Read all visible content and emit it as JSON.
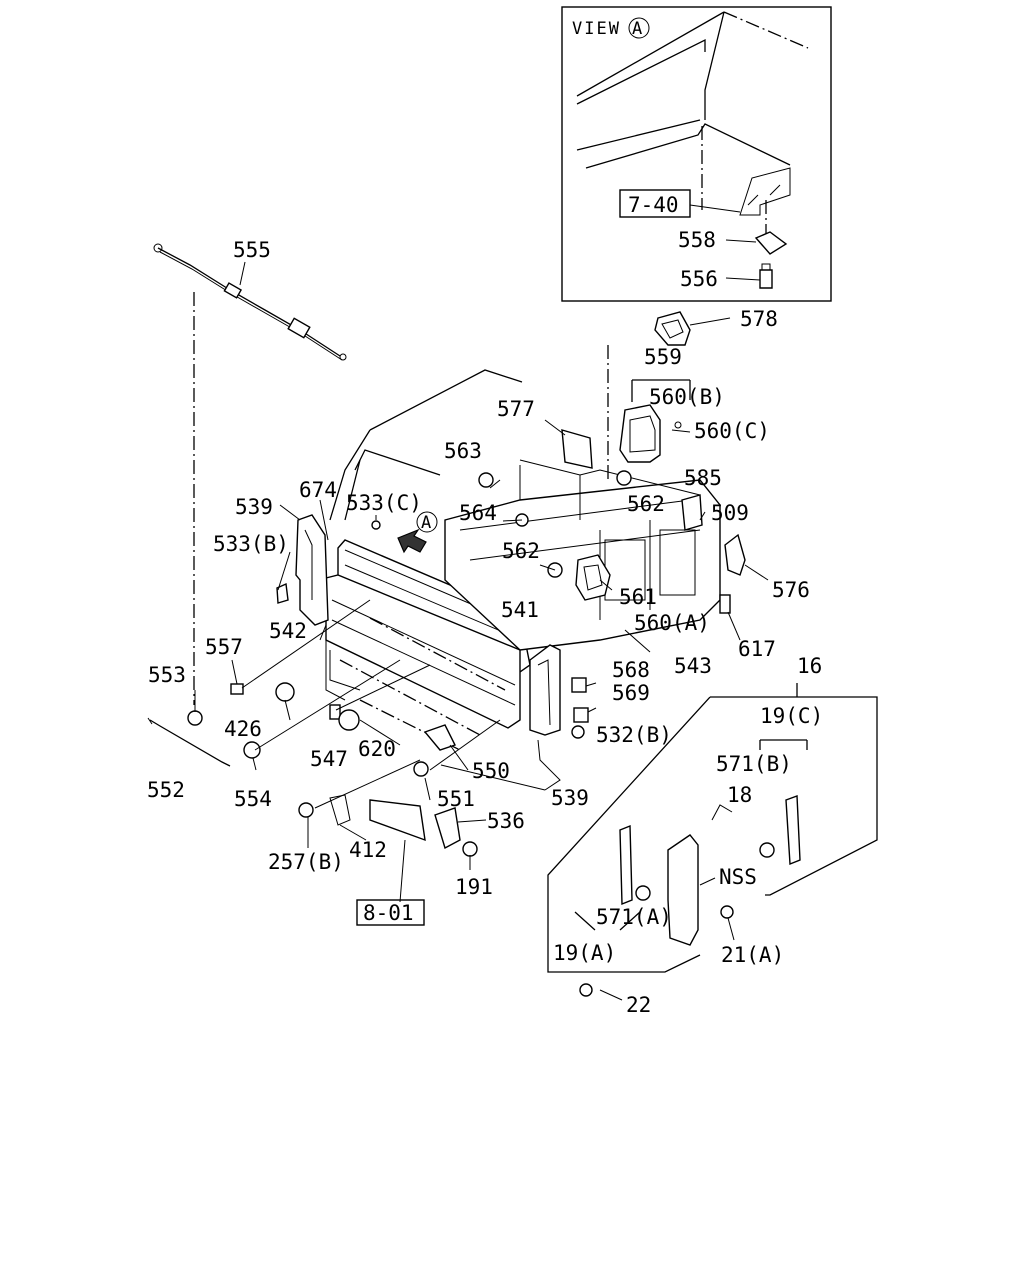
{
  "view": {
    "title": "VIEW",
    "marker": "A"
  },
  "front_marker": "A",
  "refs": {
    "r740": "7-40",
    "r801": "8-01"
  },
  "labels": {
    "p555": "555",
    "p578": "578",
    "p559": "559",
    "p560b": "560(B)",
    "p560c": "560(C)",
    "p577": "577",
    "p563": "563",
    "p585": "585",
    "p562a": "562",
    "p509": "509",
    "p539a": "539",
    "p674": "674",
    "p533c": "533(C)",
    "p564": "564",
    "p533b": "533(B)",
    "p562b": "562",
    "p576": "576",
    "p541": "541",
    "p561": "561",
    "p560a": "560(A)",
    "p542": "542",
    "p617": "617",
    "p557": "557",
    "p543": "543",
    "p568": "568",
    "p553": "553",
    "p569": "569",
    "p16": "16",
    "p426": "426",
    "p532b": "532(B)",
    "p19c": "19(C)",
    "p547": "547",
    "p620": "620",
    "p550": "550",
    "p571b": "571(B)",
    "p552": "552",
    "p554": "554",
    "p551": "551",
    "p539b": "539",
    "p18": "18",
    "p536": "536",
    "p257b": "257(B)",
    "p412": "412",
    "p191": "191",
    "p nss": "",
    "pnss": "NSS",
    "p571a": "571(A)",
    "p19a": "19(A)",
    "p21a": "21(A)",
    "p22": "22",
    "p558": "558",
    "p556": "556"
  }
}
